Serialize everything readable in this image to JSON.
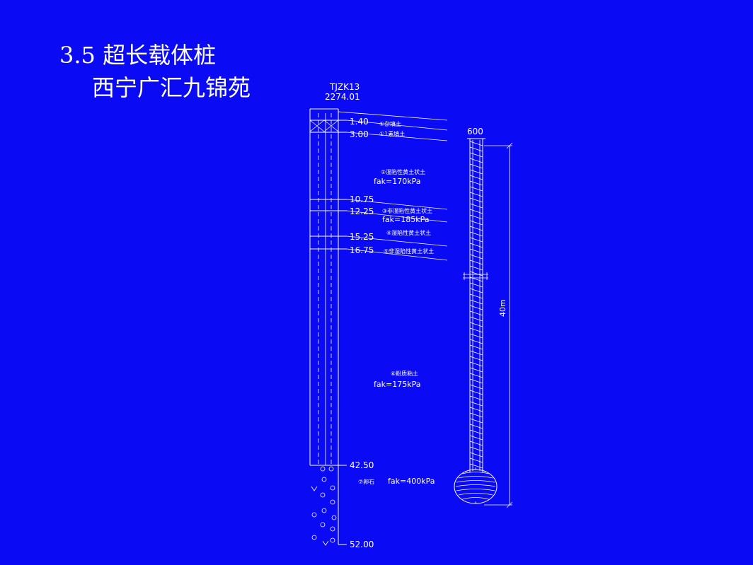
{
  "slide": {
    "title_line1": "3.5 超长载体桩",
    "title_line2": "西宁广汇九锦苑"
  },
  "borehole": {
    "id": "TJZK13",
    "elevation": "2274.01"
  },
  "depth_marks": [
    "1.40",
    "3.00",
    "10.75",
    "12.25",
    "15.25",
    "16.75",
    "42.50",
    "52.00"
  ],
  "layers": [
    {
      "name": "①杂填土",
      "fak": ""
    },
    {
      "name": "①1素填土",
      "fak": ""
    },
    {
      "name": "②湿陷性黄土状土",
      "fak": "fak=170kPa"
    },
    {
      "name": "③非湿陷性黄土状土",
      "fak": "fak=185kPa"
    },
    {
      "name": "④湿陷性黄土状土",
      "fak": ""
    },
    {
      "name": "⑤非湿陷性黄土状土",
      "fak": ""
    },
    {
      "name": "⑥粉质粘土",
      "fak": "fak=175kPa"
    },
    {
      "name": "⑦卵石",
      "fak": "fak=400kPa"
    }
  ],
  "pile": {
    "diameter_label": "600",
    "length_label": "40m"
  },
  "colors": {
    "background": "#0a0af5",
    "line": "#ffffff"
  }
}
